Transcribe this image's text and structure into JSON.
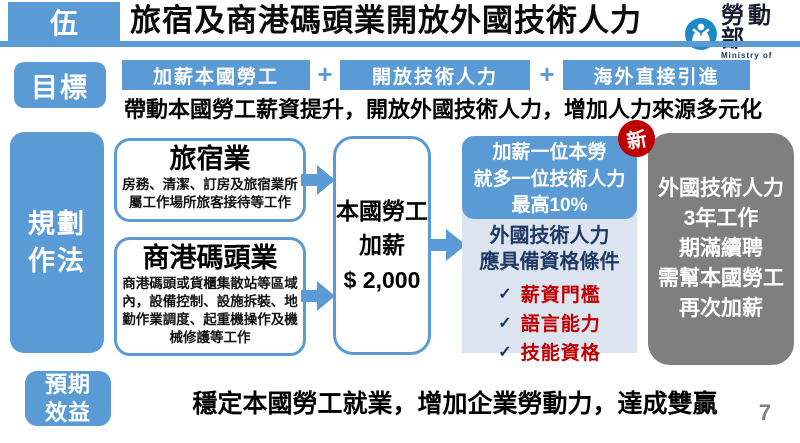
{
  "header": {
    "section_number": "伍",
    "title": "旅宿及商港碼頭業開放外國技術人力",
    "logo": {
      "name": "勞動部",
      "subtitle": "Ministry of Labor"
    }
  },
  "goal": {
    "label": "目標",
    "items": [
      "加薪本國勞工",
      "開放技術人力",
      "海外直接引進"
    ],
    "plus": "+",
    "summary": "帶動本國勞工薪資提升，開放外國技術人力，增加人力來源多元化"
  },
  "plan": {
    "label_lines": [
      "規劃",
      "作法"
    ],
    "industries": [
      {
        "title": "旅宿業",
        "desc": "房務、清潔、訂房及旅宿業所屬工作場所旅客接待等工作"
      },
      {
        "title": "商港碼頭業",
        "desc": "商港碼頭或貨櫃集散站等區域內，設備控制、設施拆裝、地勤作業調度、起重機操作及機械修護等工作"
      }
    ],
    "raise": {
      "lines": [
        "本國勞工",
        "加薪",
        "$ 2,000"
      ]
    },
    "incentive": {
      "lines": [
        "加薪一位本勞",
        "就多一位技術人力",
        "最高10%"
      ],
      "badge": "新"
    },
    "qualification": {
      "title_lines": [
        "外國技術人力",
        "應具備資格條件"
      ],
      "check": "✓",
      "items": [
        "薪資門檻",
        "語言能力",
        "技能資格"
      ]
    },
    "renewal": {
      "lines": [
        "外國技術人力",
        "3年工作",
        "期滿續聘",
        "需幫本國勞工",
        "再次加薪"
      ]
    }
  },
  "outcome": {
    "label_lines": [
      "預期",
      "效益"
    ],
    "text": "穩定本國勞工就業，增加企業勞動力，達成雙贏"
  },
  "page_number": "7",
  "colors": {
    "accent_blue": "#5b9bd5",
    "badge_red": "#c00000",
    "qual_red": "#c00000",
    "navy_text": "#1f3864",
    "renewal_gray": "#7f7f7f",
    "panel_light": "#dce4f0"
  }
}
